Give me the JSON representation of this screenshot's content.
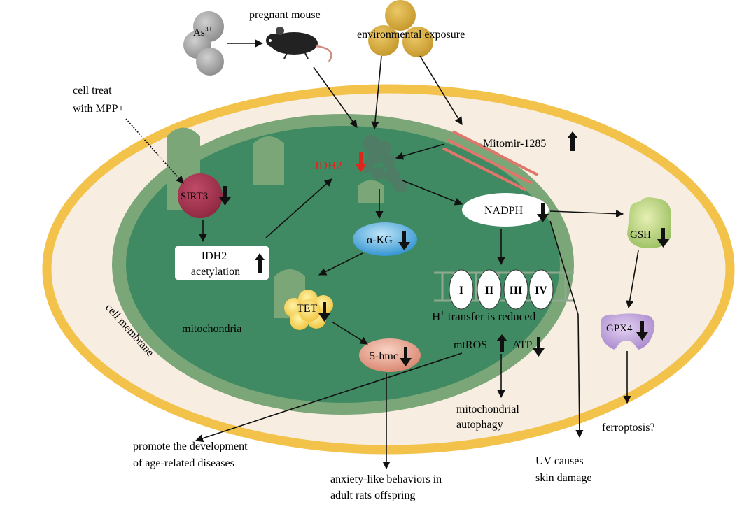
{
  "labels": {
    "arsenic": "As",
    "arsenic_charge": "3+",
    "pregnant_mouse": "pregnant mouse",
    "environmental_exposure": "environmental  exposure",
    "cell_treat_line1": "cell treat",
    "cell_treat_line2": "with MPP+",
    "mitomir": "Mitomir-1285",
    "idh2": "IDH2",
    "sirt3": "SIRT3",
    "nadph": "NADPH",
    "gsh": "GSH",
    "akg": "α-KG",
    "idh2_acetylation_line1": "IDH2",
    "idh2_acetylation_line2": "acetylation",
    "complex_1": "I",
    "complex_2": "II",
    "complex_3": "III",
    "complex_4": "IV",
    "h_transfer_h": "H",
    "h_transfer_plus": "+",
    "h_transfer_rest": " transfer  is reduced",
    "tet": "TET",
    "gpx4": "GPX4",
    "mitochondria": "mitochondria",
    "cell_membrane": "cell membrane",
    "mtros": "mtROS",
    "atp": "ATP",
    "hmc": "5-hmc",
    "mito_autophagy_line1": "mitochondrial",
    "mito_autophagy_line2": "autophagy",
    "ferroptosis": "ferroptosis?",
    "promote_line1": "promote the development",
    "promote_line2": "of age-related  diseases",
    "uv_line1": "UV causes",
    "uv_line2": "skin damage",
    "anxiety_line1": "anxiety-like behaviors in",
    "anxiety_line2": "adult rats offspring"
  },
  "colors": {
    "cell_fill": "#f7ede0",
    "cell_border": "#f2c24a",
    "mito_outer": "#7ba678",
    "mito_inner": "#3f8a63",
    "highlight_red": "#e0251b",
    "up_down_arrow": "#111111"
  }
}
